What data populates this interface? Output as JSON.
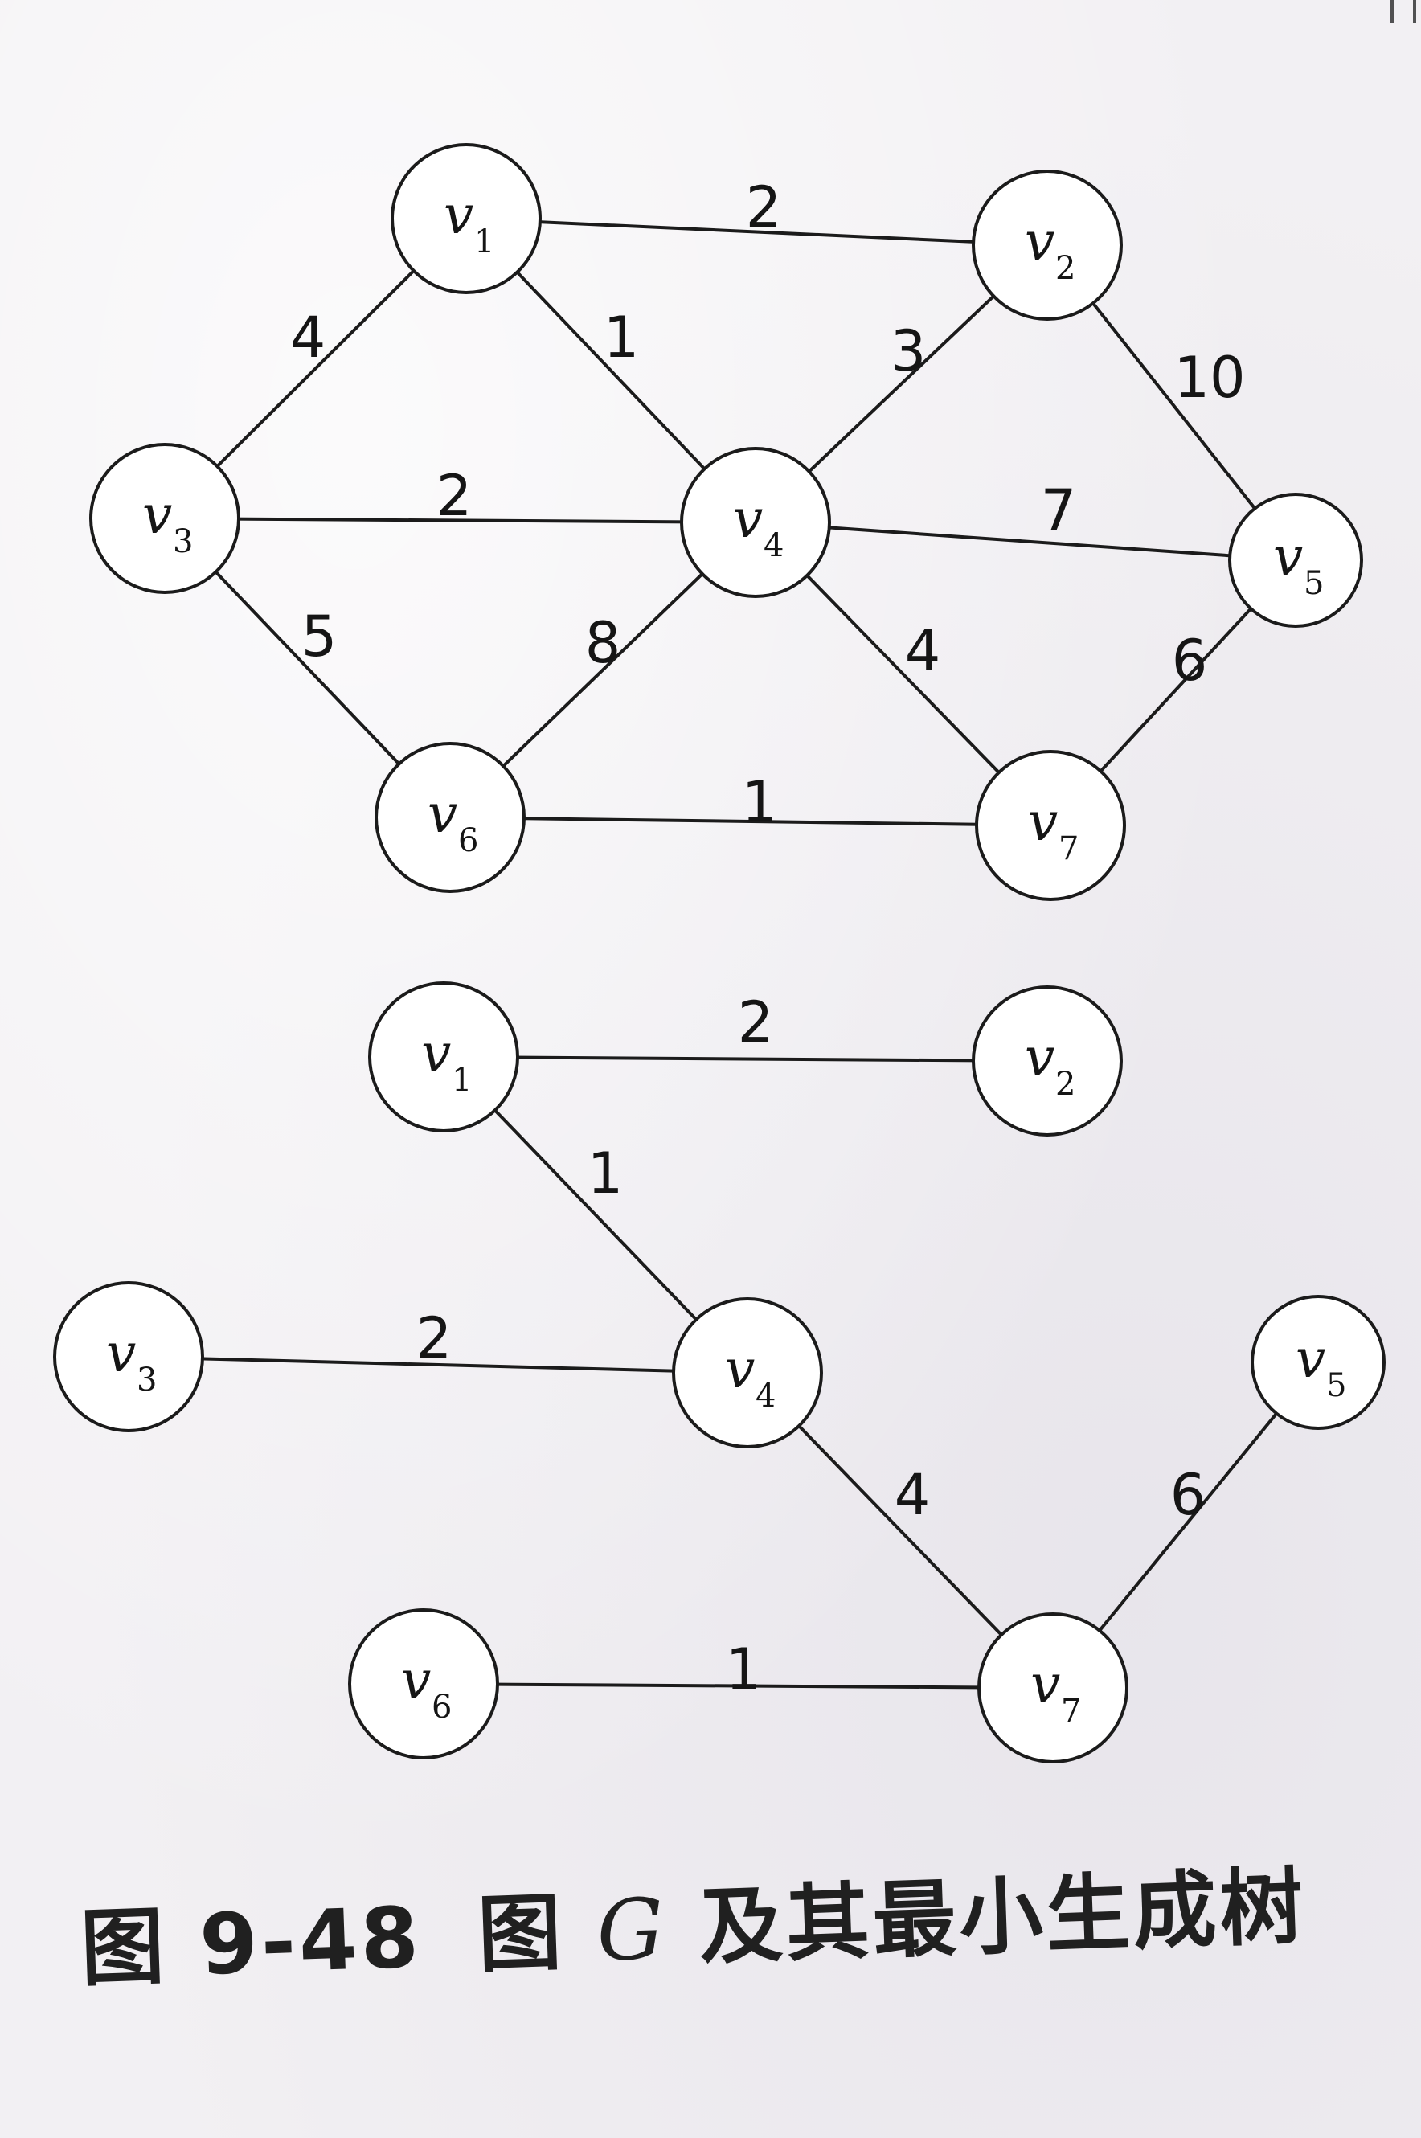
{
  "graph_g": {
    "nodes": [
      {
        "id": "v1",
        "letter": "v",
        "sub": "1"
      },
      {
        "id": "v2",
        "letter": "v",
        "sub": "2"
      },
      {
        "id": "v3",
        "letter": "v",
        "sub": "3"
      },
      {
        "id": "v4",
        "letter": "v",
        "sub": "4"
      },
      {
        "id": "v5",
        "letter": "v",
        "sub": "5"
      },
      {
        "id": "v6",
        "letter": "v",
        "sub": "6"
      },
      {
        "id": "v7",
        "letter": "v",
        "sub": "7"
      }
    ],
    "edges": [
      {
        "from": "v1",
        "to": "v2",
        "weight": "2"
      },
      {
        "from": "v1",
        "to": "v3",
        "weight": "4"
      },
      {
        "from": "v1",
        "to": "v4",
        "weight": "1"
      },
      {
        "from": "v2",
        "to": "v4",
        "weight": "3"
      },
      {
        "from": "v2",
        "to": "v5",
        "weight": "10"
      },
      {
        "from": "v3",
        "to": "v4",
        "weight": "2"
      },
      {
        "from": "v4",
        "to": "v5",
        "weight": "7"
      },
      {
        "from": "v3",
        "to": "v6",
        "weight": "5"
      },
      {
        "from": "v4",
        "to": "v6",
        "weight": "8"
      },
      {
        "from": "v4",
        "to": "v7",
        "weight": "4"
      },
      {
        "from": "v5",
        "to": "v7",
        "weight": "6"
      },
      {
        "from": "v6",
        "to": "v7",
        "weight": "1"
      }
    ]
  },
  "minimum_spanning_tree": {
    "nodes": [
      {
        "id": "v1",
        "letter": "v",
        "sub": "1"
      },
      {
        "id": "v2",
        "letter": "v",
        "sub": "2"
      },
      {
        "id": "v3",
        "letter": "v",
        "sub": "3"
      },
      {
        "id": "v4",
        "letter": "v",
        "sub": "4"
      },
      {
        "id": "v5",
        "letter": "v",
        "sub": "5"
      },
      {
        "id": "v6",
        "letter": "v",
        "sub": "6"
      },
      {
        "id": "v7",
        "letter": "v",
        "sub": "7"
      }
    ],
    "edges": [
      {
        "from": "v1",
        "to": "v2",
        "weight": "2"
      },
      {
        "from": "v1",
        "to": "v4",
        "weight": "1"
      },
      {
        "from": "v3",
        "to": "v4",
        "weight": "2"
      },
      {
        "from": "v4",
        "to": "v7",
        "weight": "4"
      },
      {
        "from": "v5",
        "to": "v7",
        "weight": "6"
      },
      {
        "from": "v6",
        "to": "v7",
        "weight": "1"
      }
    ]
  },
  "caption": {
    "figure_number": "图 9-48",
    "text_before": "图 ",
    "graph_letter": "G",
    "text_after": " 及其最小生成树"
  }
}
